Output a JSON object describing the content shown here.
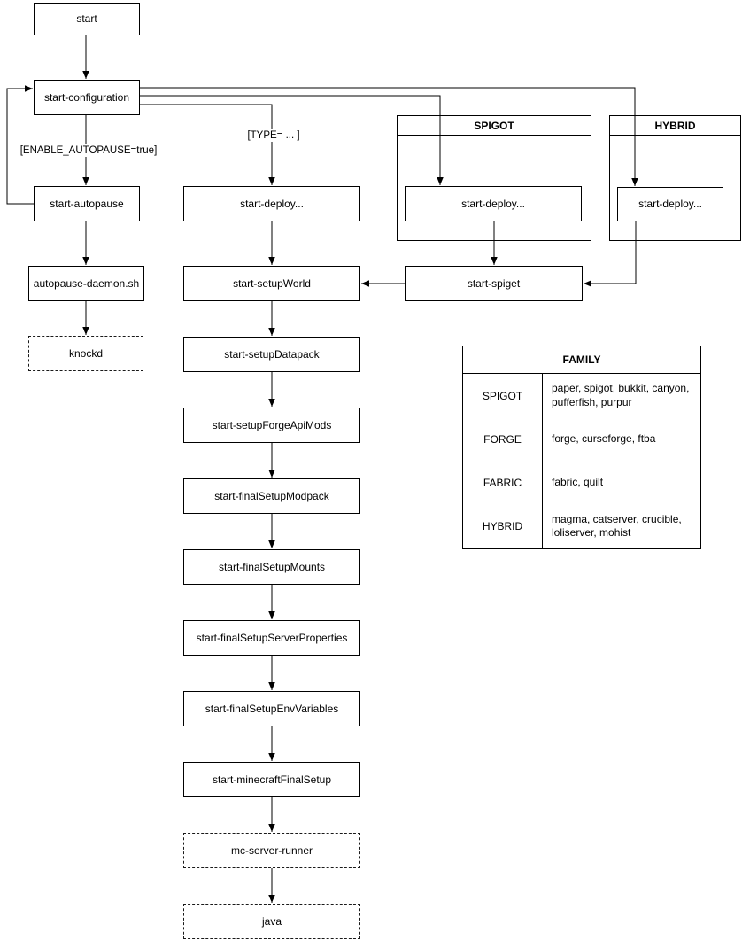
{
  "diagram": {
    "nodes": {
      "start": "start",
      "start_configuration": "start-configuration",
      "start_autopause": "start-autopause",
      "autopause_daemon": "autopause-daemon.sh",
      "knockd": "knockd",
      "start_deploy_main": "start-deploy...",
      "start_setup_world": "start-setupWorld",
      "start_setup_datapack": "start-setupDatapack",
      "start_setup_forge_api_mods": "start-setupForgeApiMods",
      "start_final_setup_modpack": "start-finalSetupModpack",
      "start_final_setup_mounts": "start-finalSetupMounts",
      "start_final_setup_server_properties": "start-finalSetupServerProperties",
      "start_final_setup_env_variables": "start-finalSetupEnvVariables",
      "start_minecraft_final_setup": "start-minecraftFinalSetup",
      "mc_server_runner": "mc-server-runner",
      "java": "java",
      "spigot_start_deploy": "start-deploy...",
      "hybrid_start_deploy": "start-deploy...",
      "start_spiget": "start-spiget"
    },
    "groups": {
      "spigot": {
        "title": "SPIGOT"
      },
      "hybrid": {
        "title": "HYBRID"
      }
    },
    "edge_labels": {
      "autopause_condition": "[ENABLE_AUTOPAUSE=true]",
      "type_condition": "[TYPE= ... ]"
    },
    "family_table": {
      "title": "FAMILY",
      "rows": [
        {
          "family": "SPIGOT",
          "servers": "paper, spigot, bukkit, canyon, pufferfish, purpur"
        },
        {
          "family": "FORGE",
          "servers": "forge, curseforge, ftba"
        },
        {
          "family": "FABRIC",
          "servers": "fabric, quilt"
        },
        {
          "family": "HYBRID",
          "servers": "magma, catserver, crucible, loliserver, mohist"
        }
      ]
    },
    "colors": {
      "stroke": "#000000",
      "fill": "#ffffff",
      "text": "#000000"
    }
  }
}
